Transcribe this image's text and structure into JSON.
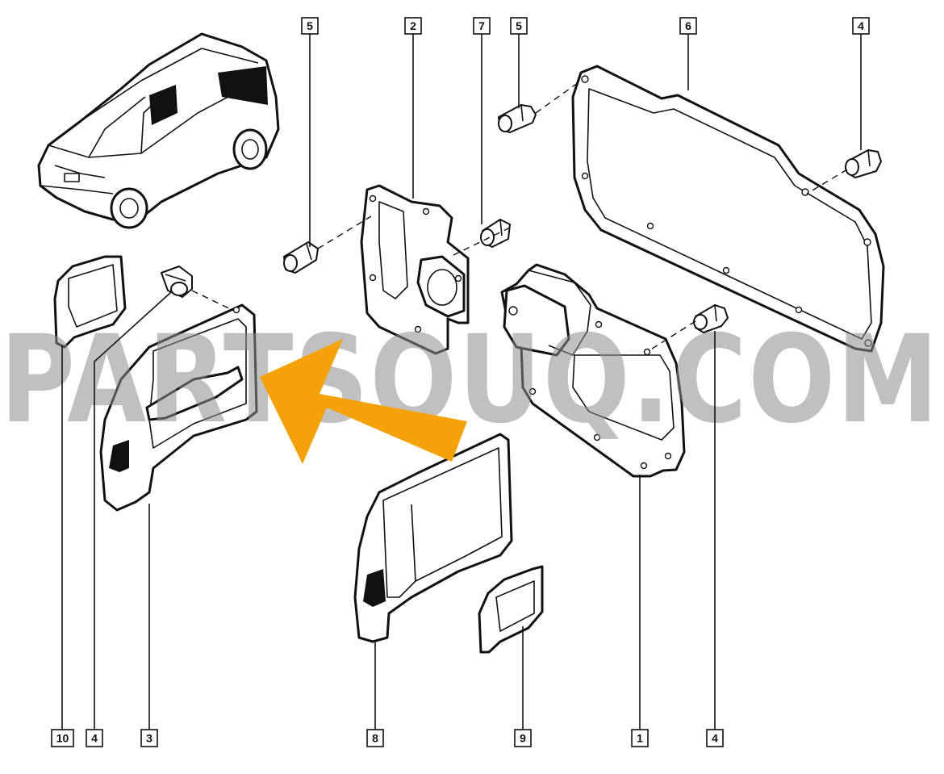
{
  "watermark": {
    "text": "PARTSOUQ.COM"
  },
  "colors": {
    "arrow": "#F5A20A",
    "linework": "#111111",
    "watermark": "#8c8c8c"
  },
  "callouts_top": [
    "5",
    "2",
    "7",
    "5",
    "6",
    "4"
  ],
  "callouts_bottom": [
    "10",
    "4",
    "3",
    "8",
    "9",
    "1",
    "4"
  ]
}
